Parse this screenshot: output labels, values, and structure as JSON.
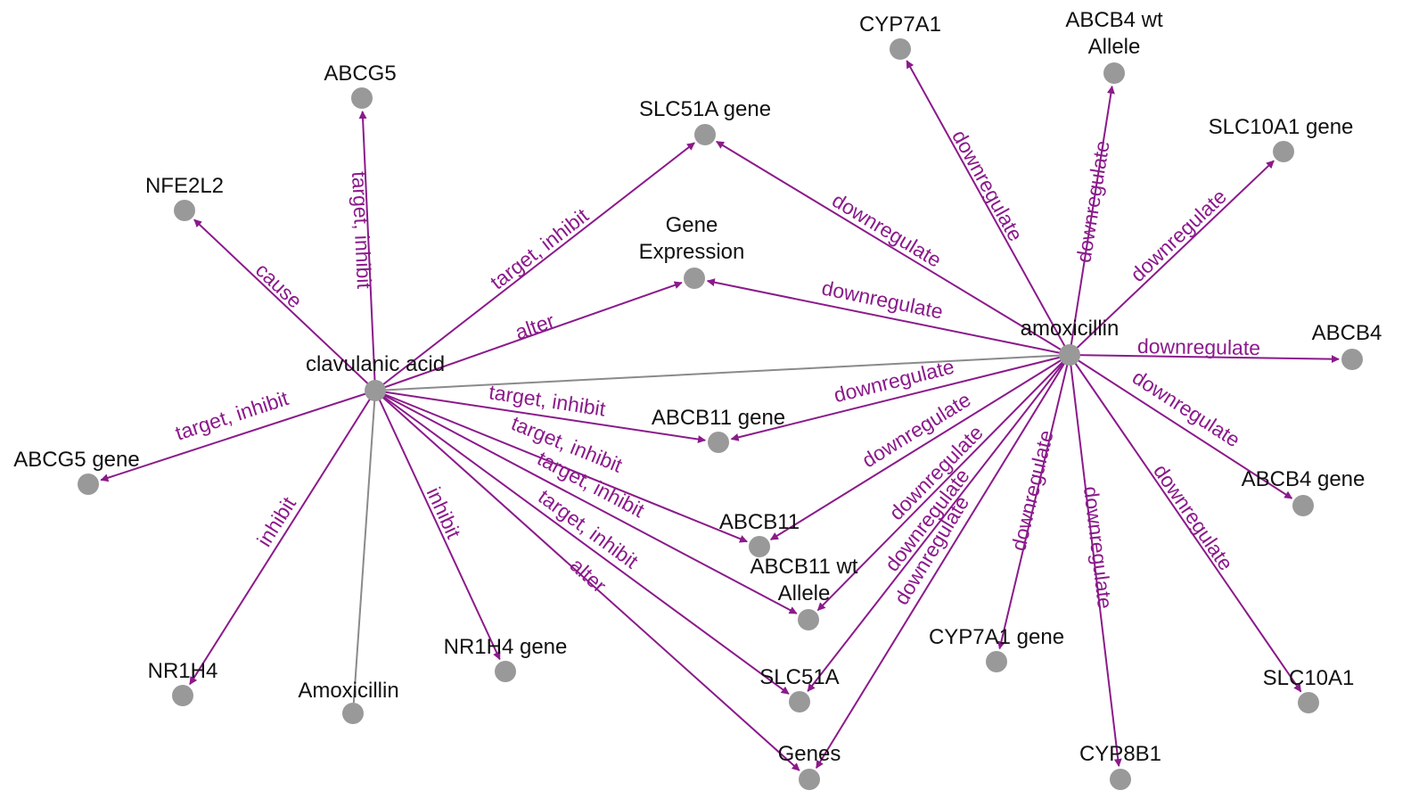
{
  "colors": {
    "edge_default": "#8b1a8b",
    "edge_plain": "#8a8a8a",
    "node": "#999999",
    "background": "#ffffff"
  },
  "nodes": [
    {
      "id": "clav",
      "label": "clavulanic acid"
    },
    {
      "id": "amox",
      "label": "amoxicillin"
    },
    {
      "id": "Amox2",
      "label": "Amoxicillin"
    },
    {
      "id": "abcg5",
      "label": "ABCG5"
    },
    {
      "id": "nfe2l2",
      "label": "NFE2L2"
    },
    {
      "id": "abcg5gene",
      "label": "ABCG5 gene"
    },
    {
      "id": "nr1h4",
      "label": "NR1H4"
    },
    {
      "id": "nr1h4gene",
      "label": "NR1H4 gene"
    },
    {
      "id": "slc51agene",
      "label": "SLC51A gene"
    },
    {
      "id": "geneexpr",
      "label": "Gene Expression"
    },
    {
      "id": "abcb11gene",
      "label": "ABCB11 gene"
    },
    {
      "id": "abcb11",
      "label": "ABCB11"
    },
    {
      "id": "abcb11wt",
      "label": "ABCB11 wt Allele"
    },
    {
      "id": "slc51a",
      "label": "SLC51A"
    },
    {
      "id": "genes",
      "label": "Genes"
    },
    {
      "id": "cyp7a1",
      "label": "CYP7A1"
    },
    {
      "id": "abcb4wt",
      "label": "ABCB4 wt Allele"
    },
    {
      "id": "slc10a1gene",
      "label": "SLC10A1 gene"
    },
    {
      "id": "abcb4",
      "label": "ABCB4"
    },
    {
      "id": "abcb4gene",
      "label": "ABCB4 gene"
    },
    {
      "id": "slc10a1",
      "label": "SLC10A1"
    },
    {
      "id": "cyp8b1",
      "label": "CYP8B1"
    },
    {
      "id": "cyp7a1gene",
      "label": "CYP7A1 gene"
    }
  ],
  "edges": [
    {
      "source": "clav",
      "target": "abcg5",
      "label": "target, inhibit",
      "directed": true
    },
    {
      "source": "clav",
      "target": "nfe2l2",
      "label": "cause",
      "directed": true
    },
    {
      "source": "clav",
      "target": "abcg5gene",
      "label": "target, inhibit",
      "directed": true
    },
    {
      "source": "clav",
      "target": "nr1h4",
      "label": "inhibit",
      "directed": true
    },
    {
      "source": "clav",
      "target": "Amox2",
      "label": "",
      "directed": false
    },
    {
      "source": "clav",
      "target": "nr1h4gene",
      "label": "inhibit",
      "directed": true
    },
    {
      "source": "clav",
      "target": "slc51agene",
      "label": "target, inhibit",
      "directed": true
    },
    {
      "source": "clav",
      "target": "geneexpr",
      "label": "alter",
      "directed": true
    },
    {
      "source": "clav",
      "target": "abcb11gene",
      "label": "target, inhibit",
      "directed": true
    },
    {
      "source": "clav",
      "target": "abcb11",
      "label": "target, inhibit",
      "directed": true
    },
    {
      "source": "clav",
      "target": "abcb11wt",
      "label": "target, inhibit",
      "directed": true
    },
    {
      "source": "clav",
      "target": "slc51a",
      "label": "target, inhibit",
      "directed": true
    },
    {
      "source": "clav",
      "target": "genes",
      "label": "alter",
      "directed": true
    },
    {
      "source": "clav",
      "target": "amox",
      "label": "",
      "directed": false
    },
    {
      "source": "amox",
      "target": "cyp7a1",
      "label": "downregulate",
      "directed": true
    },
    {
      "source": "amox",
      "target": "abcb4wt",
      "label": "downregulate",
      "directed": true
    },
    {
      "source": "amox",
      "target": "slc10a1gene",
      "label": "downregulate",
      "directed": true
    },
    {
      "source": "amox",
      "target": "abcb4",
      "label": "downregulate",
      "directed": true
    },
    {
      "source": "amox",
      "target": "abcb4gene",
      "label": "downregulate",
      "directed": true
    },
    {
      "source": "amox",
      "target": "slc10a1",
      "label": "downregulate",
      "directed": true
    },
    {
      "source": "amox",
      "target": "cyp8b1",
      "label": "downregulate",
      "directed": true
    },
    {
      "source": "amox",
      "target": "cyp7a1gene",
      "label": "downregulate",
      "directed": true
    },
    {
      "source": "amox",
      "target": "genes",
      "label": "downregulate",
      "directed": true
    },
    {
      "source": "amox",
      "target": "slc51a",
      "label": "downregulate",
      "directed": true
    },
    {
      "source": "amox",
      "target": "abcb11wt",
      "label": "downregulate",
      "directed": true
    },
    {
      "source": "amox",
      "target": "abcb11",
      "label": "downregulate",
      "directed": true
    },
    {
      "source": "amox",
      "target": "abcb11gene",
      "label": "downregulate",
      "directed": true
    },
    {
      "source": "amox",
      "target": "geneexpr",
      "label": "downregulate",
      "directed": true
    },
    {
      "source": "amox",
      "target": "slc51agene",
      "label": "downregulate",
      "directed": true
    }
  ]
}
